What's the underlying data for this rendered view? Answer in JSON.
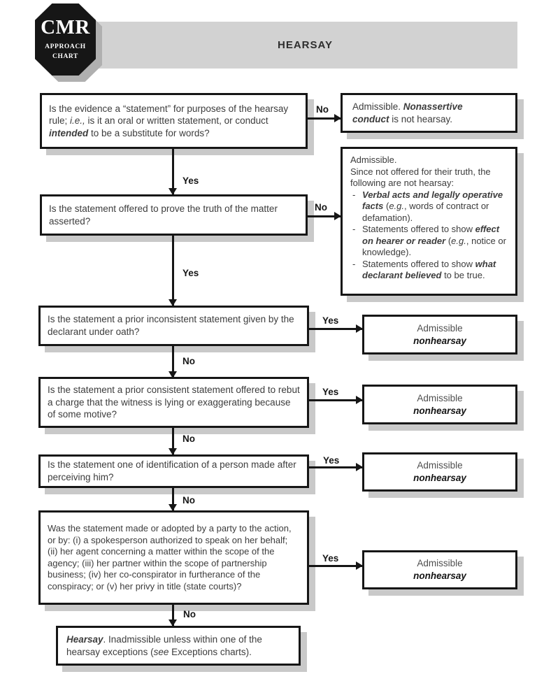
{
  "colors": {
    "banner_bg": "#d2d2d2",
    "box_border": "#161616",
    "box_shadow": "#c9c9c9",
    "logo_bg": "#161616",
    "logo_shadow": "#b0b0b0",
    "body_text": "#3c3c3c",
    "arrow": "#161616"
  },
  "header": {
    "logo": {
      "title": "CMR",
      "line2": "APPROACH",
      "line3": "CHART"
    },
    "banner_title": "HEARSAY"
  },
  "labels": {
    "yes": "Yes",
    "no": "No"
  },
  "questions": {
    "q1": [
      {
        "t": "Is the evidence a “statement” for purposes of the hearsay rule; ",
        "s": ""
      },
      {
        "t": "i.e.,",
        "s": "i"
      },
      {
        "t": " is it an oral or written statement, or conduct ",
        "s": ""
      },
      {
        "t": "intended",
        "s": "bi"
      },
      {
        "t": " to be a substitute for words?",
        "s": ""
      }
    ],
    "q2": "Is the statement offered to prove the truth of the matter asserted?",
    "q3": "Is the statement a prior inconsistent statement given by the declarant under oath?",
    "q4": "Is the statement a prior consistent statement offered to rebut a charge that the witness is lying or exaggerating because of some motive?",
    "q5": "Is the statement one of identification of a person made after perceiving him?",
    "q6": "Was the statement made or adopted by a party to the action, or by: (i) a spokesperson authorized to speak on her behalf; (ii) her agent concerning a matter within the scope of the agency; (iii) her partner within the scope of partnership business; (iv) her co-conspirator in furtherance of the conspiracy; or (v) her privy in title (state courts)?"
  },
  "answers": {
    "nonassertive": [
      {
        "t": "Admissible. ",
        "s": ""
      },
      {
        "t": "Nonassertive conduct",
        "s": "bi"
      },
      {
        "t": " is not hearsay.",
        "s": ""
      }
    ],
    "not_for_truth": {
      "line1": "Admissible.",
      "line2": "Since not offered for their truth, the following are not hearsay:",
      "marker": "-",
      "bullets": [
        [
          {
            "t": "Verbal acts and legally operative facts",
            "s": "bi"
          },
          {
            "t": " (",
            "s": ""
          },
          {
            "t": "e.g.",
            "s": "i"
          },
          {
            "t": ", words of contract or defamation).",
            "s": ""
          }
        ],
        [
          {
            "t": "Statements offered to show ",
            "s": ""
          },
          {
            "t": "effect on hearer or reader",
            "s": "bi"
          },
          {
            "t": " (",
            "s": ""
          },
          {
            "t": "e.g.",
            "s": "i"
          },
          {
            "t": ", notice or knowledge).",
            "s": ""
          }
        ],
        [
          {
            "t": "Statements offered to show ",
            "s": ""
          },
          {
            "t": "what declarant believed",
            "s": "bi"
          },
          {
            "t": " to be true.",
            "s": ""
          }
        ]
      ]
    },
    "admissible": {
      "line1": "Admissible",
      "line2": "nonhearsay"
    },
    "hearsay_final": [
      {
        "t": "Hearsay",
        "s": "bi"
      },
      {
        "t": ". Inadmissible unless within one of the hearsay exceptions (",
        "s": ""
      },
      {
        "t": "see",
        "s": "i"
      },
      {
        "t": " Exceptions charts).",
        "s": ""
      }
    ]
  }
}
